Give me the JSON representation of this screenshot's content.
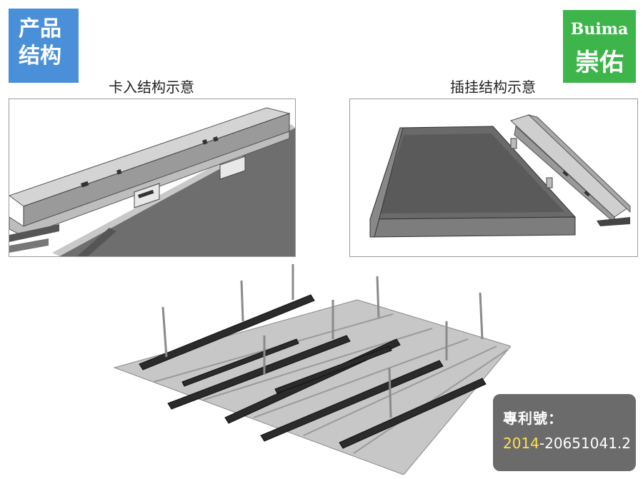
{
  "badge": {
    "line1": "产品",
    "line2": "结构"
  },
  "logo": {
    "brand": "Buima",
    "name_cn": "崇佑"
  },
  "captions": {
    "left": "卡入结构示意",
    "right": "插挂结构示意"
  },
  "patent": {
    "label": "專利號：",
    "number_year": "2014",
    "number_rest": "-20651041.2"
  },
  "colors": {
    "badge_blue": "#4a90d9",
    "logo_green": "#3db54a",
    "patent_bg": "#6b6b6b",
    "patent_year": "#ffe14a"
  }
}
